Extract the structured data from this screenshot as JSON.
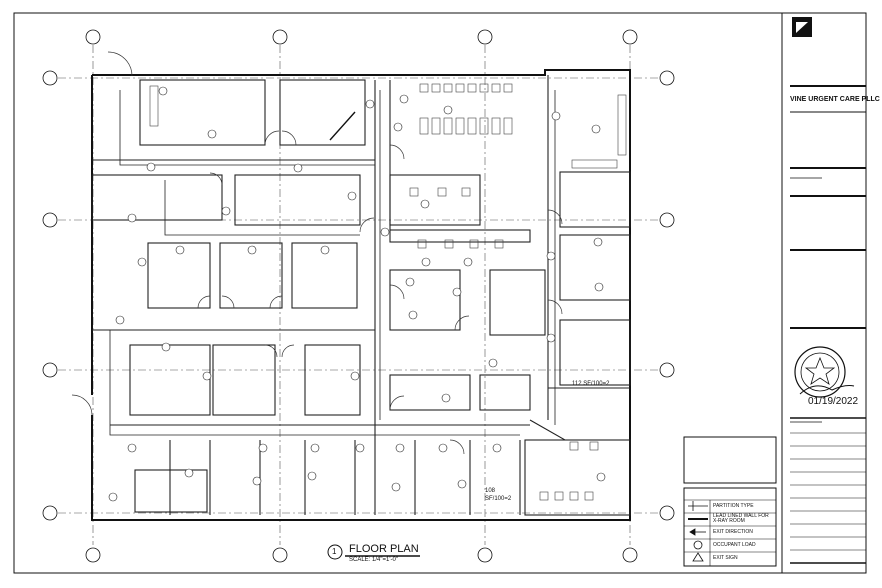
{
  "title_block": {
    "company": "VINE URGENT CARE PLLC",
    "seal_date": "01/19/2022"
  },
  "drawing": {
    "title": "FLOOR PLAN",
    "scale": "SCALE: 1/4\"=1'-0\"",
    "view_number": "1"
  },
  "room_labels": {
    "r1": "112 SF/100=2",
    "r2_line1": "108",
    "r2_line2": "SF/100=2"
  },
  "legend": [
    {
      "symbol": "partition-type",
      "text": "PARTITION TYPE"
    },
    {
      "symbol": "lead-wall",
      "text": "LEAD LINED WALL FOR X-RAY ROOM"
    },
    {
      "symbol": "exit-direction",
      "text": "EXIT DIRECTION"
    },
    {
      "symbol": "occupant-load",
      "text": "OCCUPANT LOAD"
    },
    {
      "symbol": "exit-sign",
      "text": "EXIT SIGN"
    }
  ],
  "grid": {
    "columns": [
      "",
      "",
      "",
      "",
      ""
    ],
    "rows": [
      "",
      "",
      ""
    ]
  }
}
